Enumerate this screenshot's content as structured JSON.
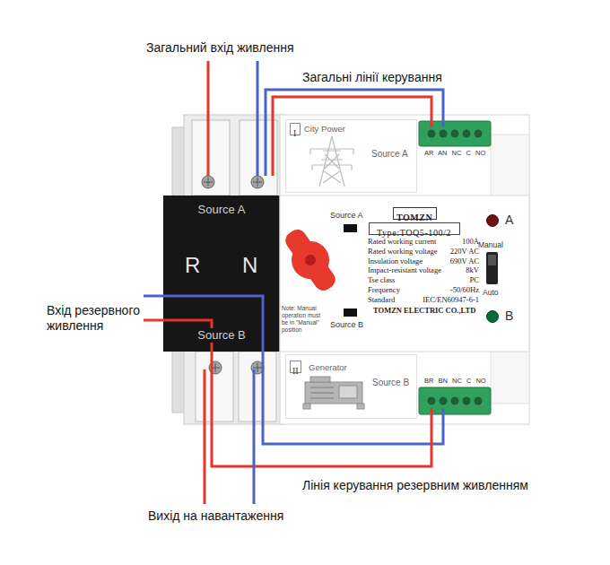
{
  "diagram": {
    "nodes": [
      {
        "text": [
          "City Power",
          "Source A"
        ]
      },
      {
        "text": [
          "I"
        ],
        "in": 0
      },
      {
        "text": [
          "Source A",
          "R",
          "N",
          "Source B"
        ]
      },
      {
        "text": [
          "Source A",
          "Source B",
          "Note: Manual operation must be in \"Manual\" position",
          "Rated working current",
          "100A",
          "Rated working voltage",
          "220V AC",
          "Insulation voltage",
          "690V AC",
          "Impact-resistant voltage",
          "8kV",
          "Tse class",
          "PC",
          "Frequency",
          "-50/60Hz",
          "Standard",
          "IEC/EN60947-6-1",
          "TOMZN ELECTRIC CO.,LTD",
          "A",
          "Manual",
          "Auto",
          "B"
        ]
      },
      {
        "text": [
          "TOMZN"
        ],
        "in": 3
      },
      {
        "text": [
          "Type:TOQ5-100/2"
        ],
        "in": 3
      },
      {
        "text": [
          "Generator",
          "Source B"
        ]
      },
      {
        "text": [
          "II"
        ],
        "in": 6
      }
    ],
    "labels": [
      "Загальний вхід живлення",
      "Загальні лінії керування",
      "AR AN NC C NO",
      "Вхід резервного живлення",
      "BR BN NC C NO",
      "Лінія керування резервним живленням",
      "Вихід на навантаження"
    ]
  }
}
